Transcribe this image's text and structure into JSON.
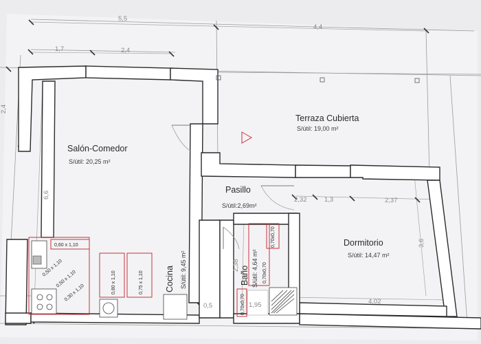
{
  "rooms": {
    "salon": {
      "name": "Salón-Comedor",
      "area": "S/útil: 20,25 m²"
    },
    "terraza": {
      "name": "Terraza Cubierta",
      "area": "S/útil: 19,00 m²"
    },
    "pasillo": {
      "name": "Pasillo",
      "area": "S/útil:2,69m²"
    },
    "dormitorio": {
      "name": "Dormitorio",
      "area": "S/útil: 14,47 m²"
    },
    "cocina": {
      "name": "Cocina",
      "area": "S/útil: 9,45 m²"
    },
    "bano": {
      "name": "Baño",
      "area": "S/útil: 4,64 m²"
    }
  },
  "dimensions": {
    "top_left": "5,5",
    "top_right": "4,4",
    "sub_a": "1,7",
    "sub_b": "2,4",
    "left_side": "2,4",
    "salon_height": "6,6",
    "pasillo_a": "2,32",
    "pasillo_b": "1,3",
    "dormitorio_width_top": "2,37",
    "dormitorio_height": "3,6",
    "dormitorio_width_bottom": "4,02",
    "bano_height": "2,38",
    "bano_bottom": "0,5",
    "bano_fixture": "1,95"
  },
  "fixtures": {
    "k1": "0,60 x 1,10",
    "k2": "0,50 x 1,10",
    "k3": "0,50 x 1,10",
    "k4": "0,30 x 1,10",
    "k5": "0,80 x 1,10",
    "k6": "0,75 x 1,10",
    "b1": "0,70x0,70",
    "b2": "0,70x0,70",
    "b3": "0,70x0,70"
  }
}
